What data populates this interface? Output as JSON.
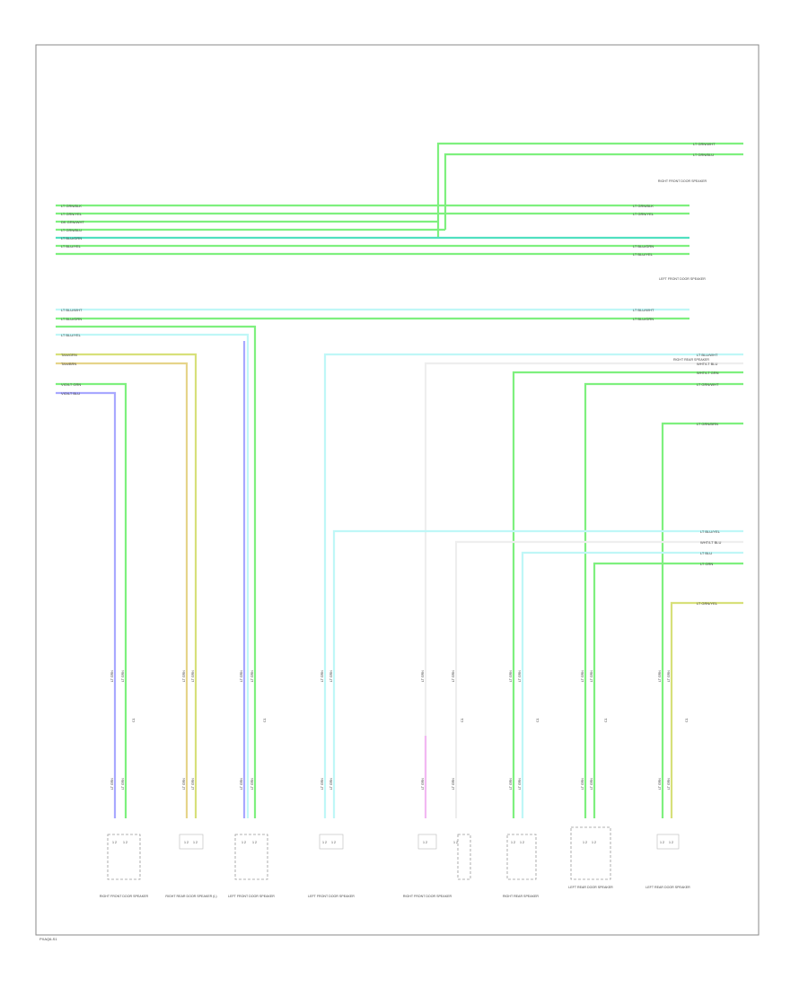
{
  "diagram": {
    "footer_code": "PXAQ6-S1",
    "colors": {
      "green": "#7ef07e",
      "cyan": "#bff7f7",
      "teal": "#4fe0c0",
      "blue": "#a8a8ff",
      "tan": "#e6d48a",
      "olive": "#d7e07a",
      "pink": "#f2b8f2",
      "gray": "#dddddd",
      "frame": "#8a8a8a"
    },
    "devices": [
      {
        "label": "RIGHT FRONT DOOR SPEAKER"
      },
      {
        "label": "LEFT FRONT DOOR SPEAKER"
      },
      {
        "label": "RIGHT REAR SPEAKER"
      }
    ],
    "components": [
      {
        "label": "RIGHT FRONT DOOR SPEAKER"
      },
      {
        "label": "RIGHT REAR DOOR SPEAKER (L)"
      },
      {
        "label": "LEFT FRONT DOOR SPEAKER"
      },
      {
        "label": "LEFT FRONT DOOR SPEAKER"
      },
      {
        "label": "RIGHT FRONT DOOR SPEAKER"
      },
      {
        "label": "RIGHT REAR SPEAKER"
      },
      {
        "label": "LEFT REAR DOOR SPEAKER"
      },
      {
        "label": "LEFT REAR DOOR SPEAKER"
      }
    ],
    "top_bus": [
      {
        "label": "LT GRN/WHT"
      },
      {
        "label": "LT GRN/BLU"
      }
    ],
    "left_wires": [
      {
        "label": "LT GRN/BLK",
        "end": "LT GRN/BLK"
      },
      {
        "label": "LT GRN/YEL",
        "end": "LT GRN/YEL"
      },
      {
        "label": "DK GRN/WHT",
        "end": ""
      },
      {
        "label": "LT GRN/BLU",
        "end": ""
      },
      {
        "label": "LT BLU/GRN",
        "end": "LT BLU/GRN"
      },
      {
        "label": "LT BLU/YEL",
        "end": "LT BLU/YEL"
      },
      {
        "label": "LT BLU/WHT",
        "end": "LT BLU/WHT"
      },
      {
        "label": "LT BLU/GRN",
        "end": "LT BLU/GRN"
      },
      {
        "label": "LT BLU/YEL",
        "end": ""
      },
      {
        "label": "TAN/GRN",
        "end": ""
      },
      {
        "label": "TAN/BRN",
        "end": ""
      },
      {
        "label": "VIO/LT GRN",
        "end": ""
      },
      {
        "label": "VIO/LT BLU",
        "end": ""
      }
    ],
    "right_wires": [
      {
        "label": "LT BLU/WHT"
      },
      {
        "label": "WHT/LT BLU"
      },
      {
        "label": "WHT/LT GRN"
      },
      {
        "label": "LT GRN/WHT"
      },
      {
        "label": "LT GRN/BRN"
      },
      {
        "label": "LT BLU/YEL"
      },
      {
        "label": "WHT/LT BLU"
      },
      {
        "label": "LT BLU"
      },
      {
        "label": "LT GRN"
      },
      {
        "label": "LT GRN/YEL"
      }
    ],
    "pin_text": "1 2",
    "tag_text": "C1",
    "wire_col_text": "LT GRN"
  }
}
